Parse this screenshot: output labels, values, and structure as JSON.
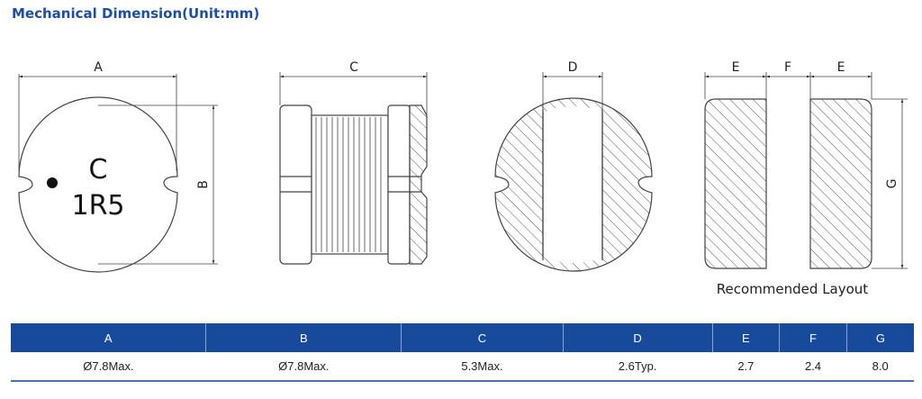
{
  "title": "Mechanical Dimension(Unit:mm)",
  "drawing": {
    "marking_line1": "C",
    "marking_line2": "1R5",
    "dim_labels": {
      "A": "A",
      "B": "B",
      "C": "C",
      "D": "D",
      "E": "E",
      "F": "F",
      "G": "G"
    },
    "layout_caption": "Recommended Layout"
  },
  "table": {
    "headers": [
      "A",
      "B",
      "C",
      "D",
      "E",
      "F",
      "G"
    ],
    "values": [
      "Ø7.8Max.",
      "Ø7.8Max.",
      "5.3Max.",
      "2.6Typ.",
      "2.7",
      "2.4",
      "8.0"
    ],
    "header_color": "#174a9a"
  }
}
